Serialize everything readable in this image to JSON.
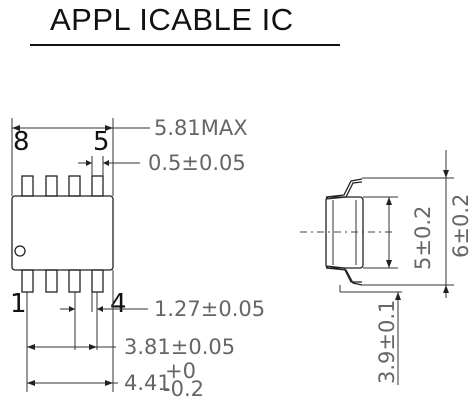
{
  "title": "APPL ICABLE IC",
  "pins": {
    "top_left": "8",
    "top_right": "5",
    "bottom_left": "1",
    "bottom_right": "4"
  },
  "dimensions": {
    "overall_length_max": "5.81MAX",
    "lead_width": "0.5±0.05",
    "pitch": "1.27±0.05",
    "lead_span": "3.81±0.05",
    "body_length_base": "4.41",
    "body_length_tol_plus": "+0",
    "body_length_tol_minus": "-0.2",
    "body_width": "5±0.2",
    "overall_width": "6±0.2",
    "body_thickness": "3.9±0.1"
  },
  "colors": {
    "line": "#222222",
    "dimension_text": "#666666",
    "title_text": "#111111"
  }
}
